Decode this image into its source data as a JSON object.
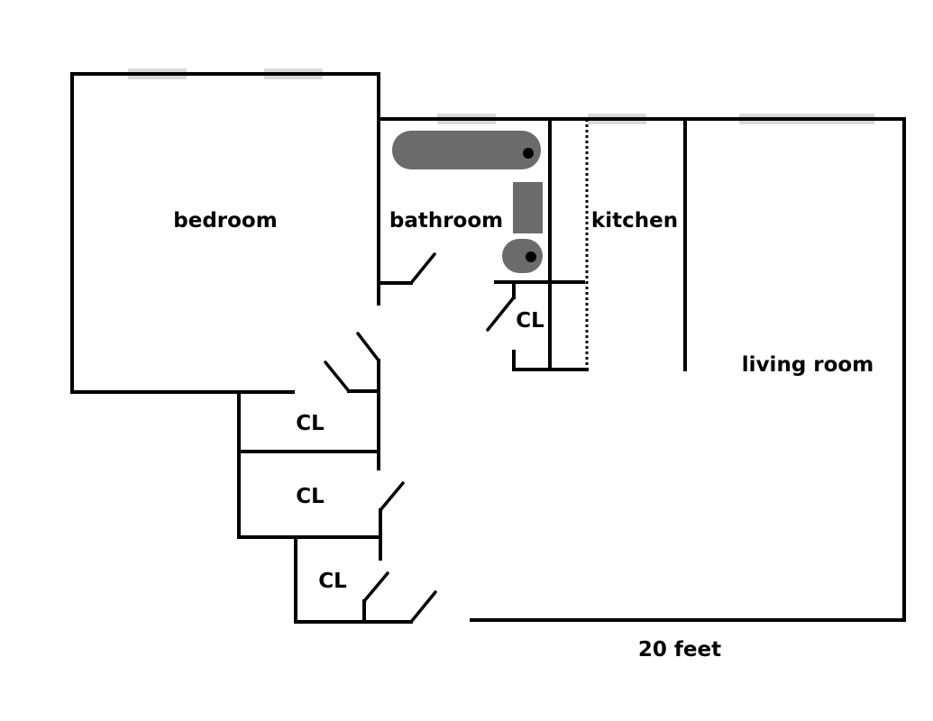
{
  "colors": {
    "wall": "#000000",
    "window": "#d9d9d9",
    "fixture": "#6b6b6b",
    "background": "#ffffff"
  },
  "rooms": {
    "bedroom": "bedroom",
    "bathroom": "bathroom",
    "kitchen": "kitchen",
    "living_room": "living room"
  },
  "closets": {
    "bathroom_closet": "CL",
    "closet_1": "CL",
    "closet_2": "CL",
    "closet_3": "CL"
  },
  "scale": {
    "label": "20 feet"
  }
}
